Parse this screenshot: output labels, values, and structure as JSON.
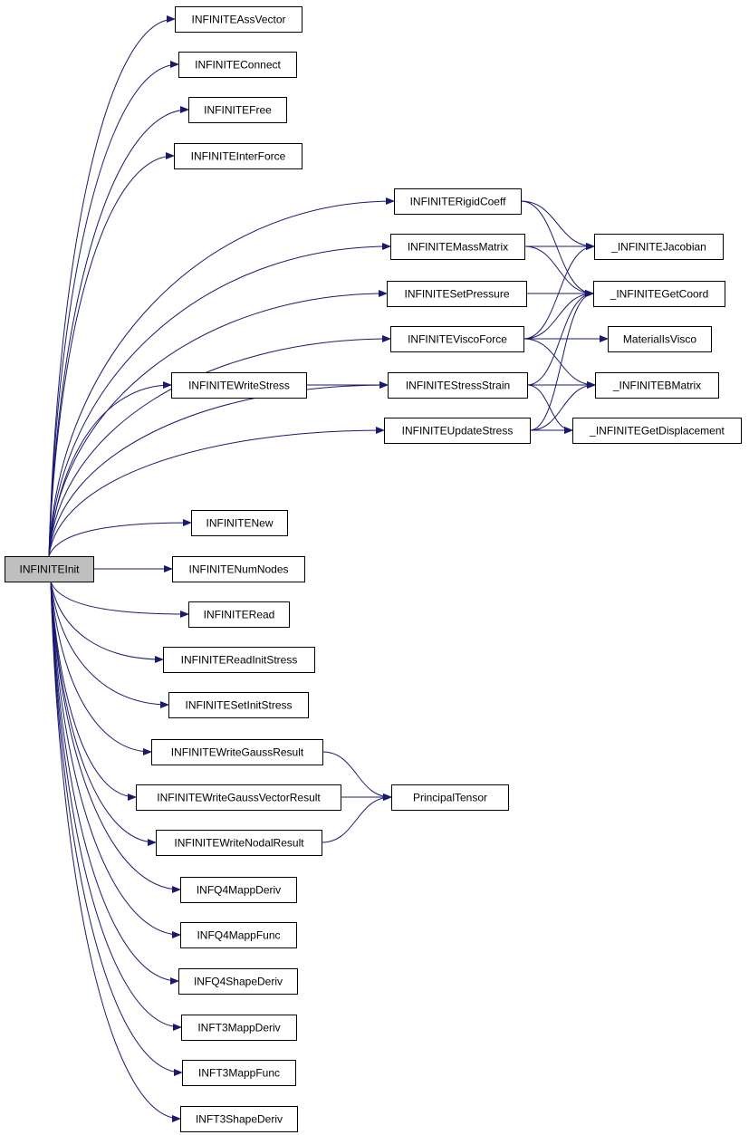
{
  "graph": {
    "root": "INFINITEInit",
    "nodes": {
      "root": "INFINITEInit",
      "assvector": "INFINITEAssVector",
      "connect": "INFINITEConnect",
      "free": "INFINITEFree",
      "interforce": "INFINITEInterForce",
      "rigidcoeff": "INFINITERigidCoeff",
      "massmatrix": "INFINITEMassMatrix",
      "setpressure": "INFINITESetPressure",
      "viscoforce": "INFINITEViscoForce",
      "writestress": "INFINITEWriteStress",
      "stressstrain": "INFINITEStressStrain",
      "updatestress": "INFINITEUpdateStress",
      "jacobian": "_INFINITEJacobian",
      "getcoord": "_INFINITEGetCoord",
      "materialisvisco": "MaterialIsVisco",
      "bmatrix": "_INFINITEBMatrix",
      "getdisplacement": "_INFINITEGetDisplacement",
      "new": "INFINITENew",
      "numnodes": "INFINITENumNodes",
      "read": "INFINITERead",
      "readinitstress": "INFINITEReadInitStress",
      "setinitstress": "INFINITESetInitStress",
      "writegaussresult": "INFINITEWriteGaussResult",
      "writegaussvectorresult": "INFINITEWriteGaussVectorResult",
      "writenodalresult": "INFINITEWriteNodalResult",
      "principaltensor": "PrincipalTensor",
      "infq4mappderiv": "INFQ4MappDeriv",
      "infq4mappfunc": "INFQ4MappFunc",
      "infq4shapederiv": "INFQ4ShapeDeriv",
      "inft3mappderiv": "INFT3MappDeriv",
      "inft3mappfunc": "INFT3MappFunc",
      "inft3shapederiv": "INFT3ShapeDeriv"
    },
    "edges": [
      [
        "root",
        "assvector"
      ],
      [
        "root",
        "connect"
      ],
      [
        "root",
        "free"
      ],
      [
        "root",
        "interforce"
      ],
      [
        "root",
        "rigidcoeff"
      ],
      [
        "root",
        "massmatrix"
      ],
      [
        "root",
        "setpressure"
      ],
      [
        "root",
        "viscoforce"
      ],
      [
        "root",
        "writestress"
      ],
      [
        "root",
        "stressstrain"
      ],
      [
        "root",
        "updatestress"
      ],
      [
        "root",
        "new"
      ],
      [
        "root",
        "numnodes"
      ],
      [
        "root",
        "read"
      ],
      [
        "root",
        "readinitstress"
      ],
      [
        "root",
        "setinitstress"
      ],
      [
        "root",
        "writegaussresult"
      ],
      [
        "root",
        "writegaussvectorresult"
      ],
      [
        "root",
        "writenodalresult"
      ],
      [
        "root",
        "infq4mappderiv"
      ],
      [
        "root",
        "infq4mappfunc"
      ],
      [
        "root",
        "infq4shapederiv"
      ],
      [
        "root",
        "inft3mappderiv"
      ],
      [
        "root",
        "inft3mappfunc"
      ],
      [
        "root",
        "inft3shapederiv"
      ],
      [
        "writestress",
        "stressstrain"
      ],
      [
        "rigidcoeff",
        "jacobian"
      ],
      [
        "rigidcoeff",
        "getcoord"
      ],
      [
        "massmatrix",
        "jacobian"
      ],
      [
        "massmatrix",
        "getcoord"
      ],
      [
        "setpressure",
        "getcoord"
      ],
      [
        "viscoforce",
        "jacobian"
      ],
      [
        "viscoforce",
        "getcoord"
      ],
      [
        "viscoforce",
        "materialisvisco"
      ],
      [
        "viscoforce",
        "bmatrix"
      ],
      [
        "stressstrain",
        "getcoord"
      ],
      [
        "stressstrain",
        "bmatrix"
      ],
      [
        "stressstrain",
        "getdisplacement"
      ],
      [
        "updatestress",
        "getcoord"
      ],
      [
        "updatestress",
        "bmatrix"
      ],
      [
        "updatestress",
        "getdisplacement"
      ],
      [
        "writegaussresult",
        "principaltensor"
      ],
      [
        "writegaussvectorresult",
        "principaltensor"
      ],
      [
        "writenodalresult",
        "principaltensor"
      ]
    ],
    "colors": {
      "edge": "#191970",
      "root_fill": "#bfbfbf",
      "node_fill": "#ffffff",
      "border": "#000000"
    }
  }
}
